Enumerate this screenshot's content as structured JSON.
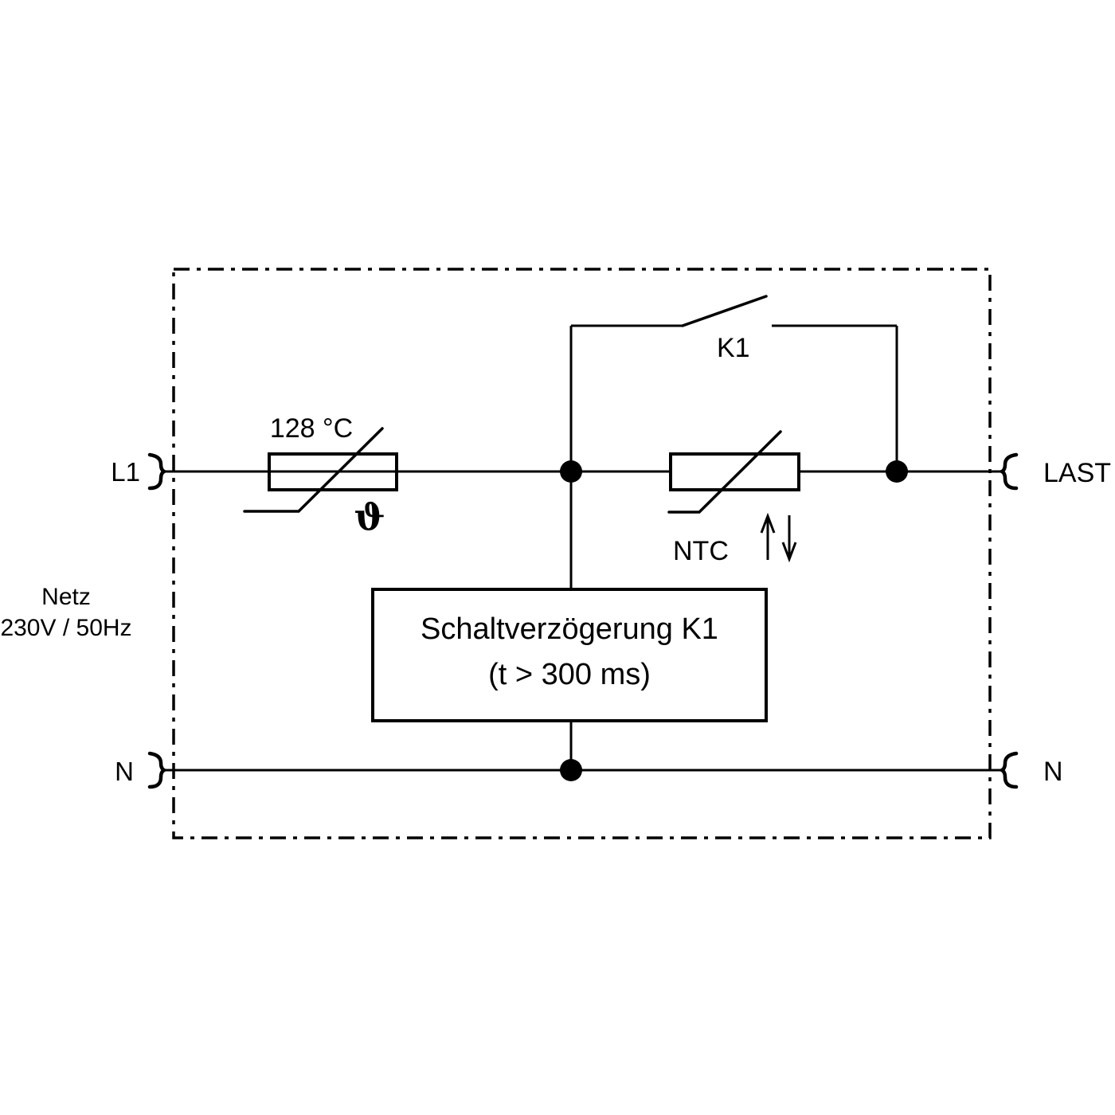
{
  "diagram": {
    "title_hint": "Thermistor inrush-current limiter circuit with relay bypass",
    "labels": {
      "l1": "L1",
      "n_left": "N",
      "last": "LAST",
      "n_right": "N",
      "netz_line1": "Netz",
      "netz_line2": "230V / 50Hz",
      "fuse_temp": "128 °C",
      "fuse_theta": "ϑ",
      "k1": "K1",
      "ntc": "NTC",
      "delay_line1": "Schaltverzögerung K1",
      "delay_line2": "(t > 300 ms)"
    },
    "colors": {
      "ink": "#000000",
      "background": "#ffffff"
    }
  }
}
